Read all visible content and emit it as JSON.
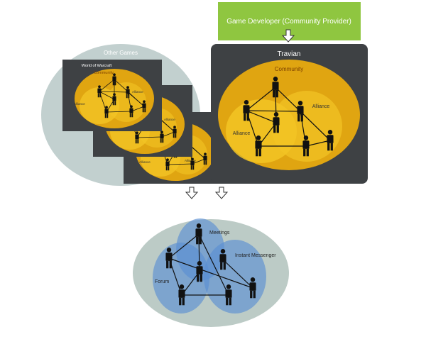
{
  "provider": {
    "label": "Game Developer (Community Provider)",
    "color": "#8fc640"
  },
  "travian": {
    "title": "Travian",
    "community_label": "Community",
    "alliance_left": "Alliance",
    "alliance_right": "Alliance"
  },
  "other_games": {
    "title": "Other Games",
    "wow_title": "World of Warcraft",
    "community_label": "Community",
    "alliance_labels": [
      "Alliance",
      "Alliance",
      "Alliance",
      "Alliance",
      "Alliance"
    ]
  },
  "gaming_community": {
    "title": "Gaming Community",
    "meetings": "Meetings",
    "instant_messenger": "Instant Messenger",
    "forum": "Forum"
  },
  "colors": {
    "dark_box": "#3e4144",
    "community": "#e0a511",
    "alliance": "#f2c425",
    "gray_ellipse": "#c2d0cf",
    "blue": "#5a8fd3"
  }
}
